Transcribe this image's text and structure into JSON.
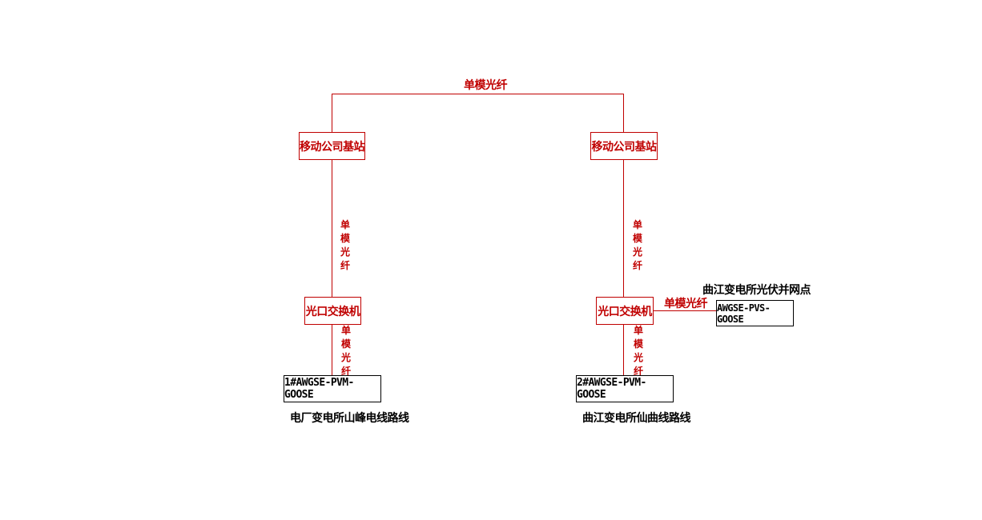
{
  "diagram": {
    "top_link_label": "单模光纤",
    "left": {
      "base_station": "移动公司基站",
      "upper_link_label": "单模光纤",
      "switch": "光口交换机",
      "lower_link_label": "单模光纤",
      "device": "1#AWGSE-PVM-GOOSE",
      "caption": "电厂变电所山峰电线路线"
    },
    "right": {
      "base_station": "移动公司基站",
      "upper_link_label": "单模光纤",
      "switch": "光口交换机",
      "lower_link_label": "单模光纤",
      "device": "2#AWGSE-PVM-GOOSE",
      "caption": "曲江变电所仙曲线路线",
      "side_link_label": "单模光纤",
      "side_device": "AWGSE-PVS-GOOSE",
      "side_caption": "曲江变电所光伏并网点"
    },
    "colors": {
      "link": "#c00000",
      "device_border": "#000000"
    }
  }
}
